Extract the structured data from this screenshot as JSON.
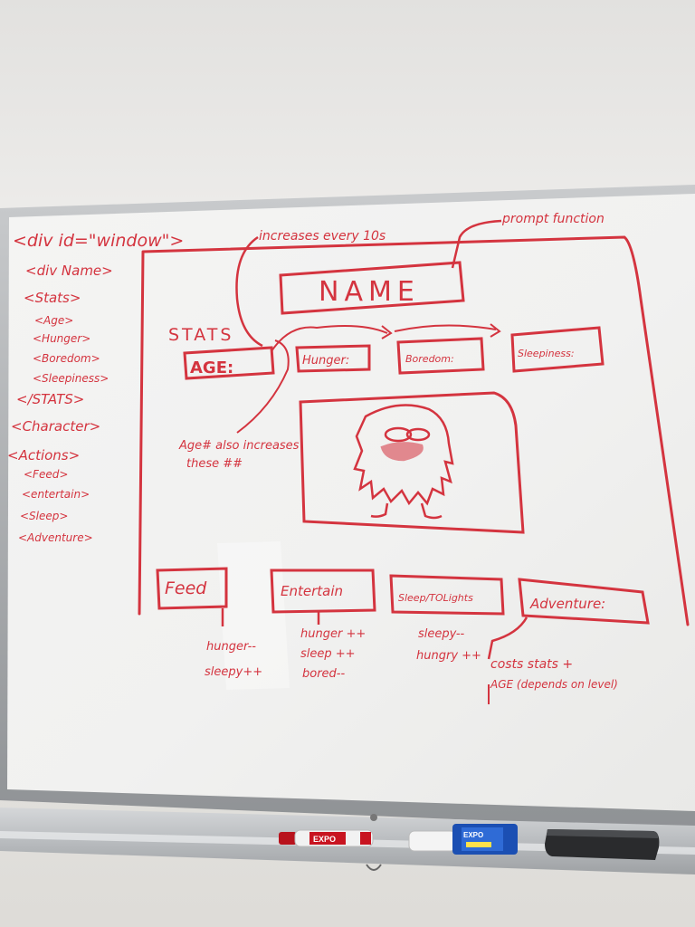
{
  "colors": {
    "wall": "#e6e5e2",
    "board": "#f3f3f2",
    "frame": "#a9acaf",
    "marker_red": "#d4343f",
    "tray": "#c3c6c9"
  },
  "outline": {
    "lines": [
      "<div id=\"window\">",
      "<div Name>",
      "<Stats>",
      "<Age>",
      "<Hunger>",
      "<Boredom>",
      "<Sleepiness>",
      "</STATS>",
      "<Character>",
      "<Actions>",
      "<Feed>",
      "<entertain>",
      "<Sleep>",
      "<Adventure>"
    ]
  },
  "notes": {
    "increases": "increases every 10s",
    "prompt": "prompt function",
    "age_note_1": "Age# also increases",
    "age_note_2": "these ##"
  },
  "wireframe": {
    "name": "NAME",
    "stats_label": "STATS",
    "stats": [
      "AGE:",
      "Hunger:",
      "Boredom:",
      "Sleepiness:"
    ],
    "actions": [
      "Feed",
      "Entertain",
      "Sleep/TOLights",
      "Adventure:"
    ],
    "feed_effects": [
      "hunger--",
      "sleepy++"
    ],
    "entertain_effects": [
      "hunger ++",
      "sleep ++",
      "bored--"
    ],
    "sleep_effects": [
      "sleepy--",
      "hungry ++"
    ],
    "adventure_effects": [
      "costs stats +",
      "AGE (depends on level)"
    ]
  },
  "character": {
    "icon": "furry-monster-drawing"
  },
  "tray_items": [
    {
      "icon": "red-marker-icon",
      "brand": "EXPO"
    },
    {
      "icon": "blue-marker-icon",
      "brand": "EXPO"
    },
    {
      "icon": "eraser-icon"
    }
  ]
}
